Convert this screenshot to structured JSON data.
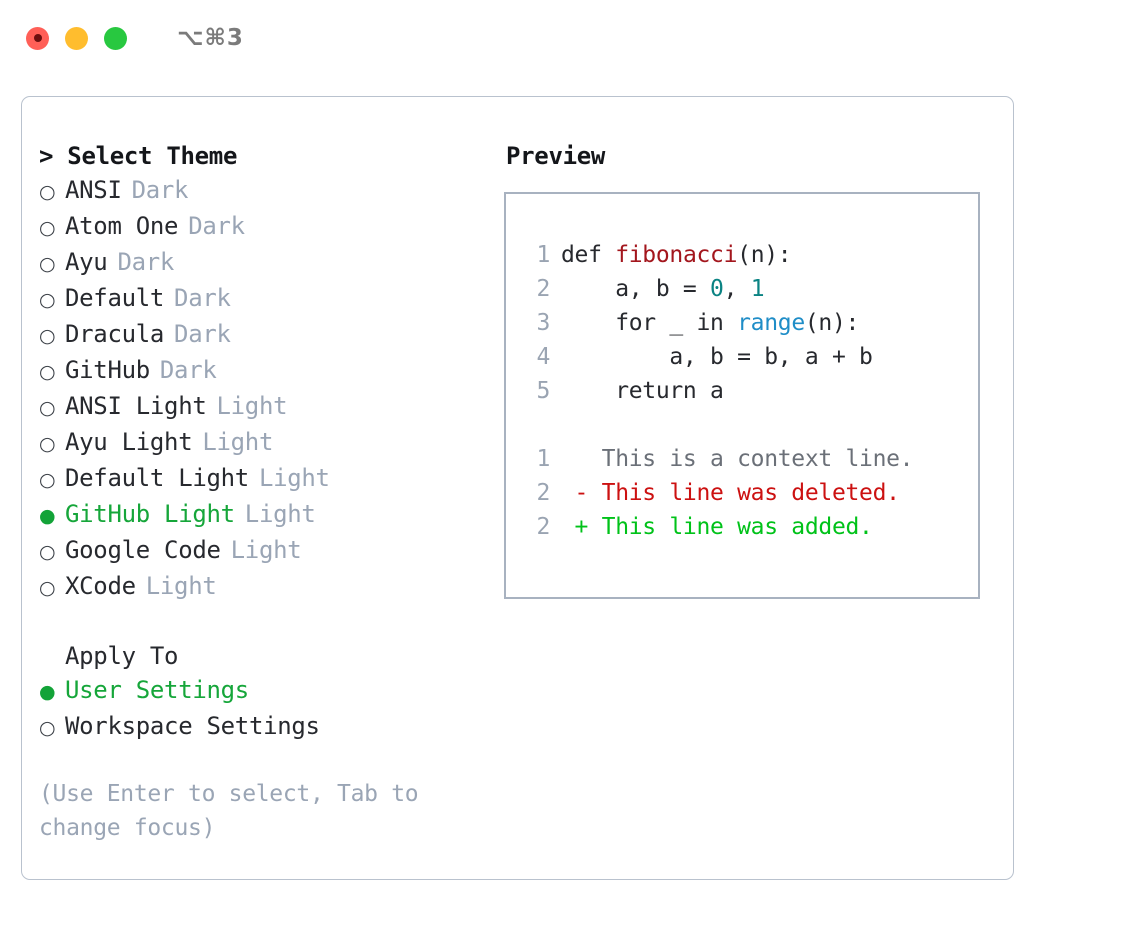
{
  "titlebar": {
    "shortcut": "⌥⌘3",
    "buttons": [
      "close",
      "minimize",
      "maximize"
    ]
  },
  "theme_panel": {
    "header": "> Select Theme",
    "options": [
      {
        "bullet": "○",
        "label": "ANSI",
        "tag": "Dark",
        "selected": false
      },
      {
        "bullet": "○",
        "label": "Atom One",
        "tag": "Dark",
        "selected": false
      },
      {
        "bullet": "○",
        "label": "Ayu",
        "tag": "Dark",
        "selected": false
      },
      {
        "bullet": "○",
        "label": "Default",
        "tag": "Dark",
        "selected": false
      },
      {
        "bullet": "○",
        "label": "Dracula",
        "tag": "Dark",
        "selected": false
      },
      {
        "bullet": "○",
        "label": "GitHub",
        "tag": "Dark",
        "selected": false
      },
      {
        "bullet": "○",
        "label": "ANSI Light",
        "tag": "Light",
        "selected": false
      },
      {
        "bullet": "○",
        "label": "Ayu Light",
        "tag": "Light",
        "selected": false
      },
      {
        "bullet": "○",
        "label": "Default Light",
        "tag": "Light",
        "selected": false
      },
      {
        "bullet": "●",
        "label": "GitHub Light",
        "tag": "Light",
        "selected": true
      },
      {
        "bullet": "○",
        "label": "Google Code",
        "tag": "Light",
        "selected": false
      },
      {
        "bullet": "○",
        "label": "XCode",
        "tag": "Light",
        "selected": false
      }
    ]
  },
  "apply_to": {
    "header": "Apply To",
    "options": [
      {
        "bullet": "●",
        "label": "User Settings",
        "selected": true
      },
      {
        "bullet": "○",
        "label": "Workspace Settings",
        "selected": false
      }
    ]
  },
  "hint": "(Use Enter to select, Tab to change focus)",
  "preview": {
    "title": "Preview",
    "code": [
      {
        "ln": "1",
        "tokens": [
          {
            "t": "def ",
            "c": "plain"
          },
          {
            "t": "fibonacci",
            "c": "fn"
          },
          {
            "t": "(n):",
            "c": "plain"
          }
        ]
      },
      {
        "ln": "2",
        "tokens": [
          {
            "t": "    a, b = ",
            "c": "plain"
          },
          {
            "t": "0",
            "c": "num"
          },
          {
            "t": ", ",
            "c": "plain"
          },
          {
            "t": "1",
            "c": "num"
          }
        ]
      },
      {
        "ln": "3",
        "tokens": [
          {
            "t": "    for _ in ",
            "c": "plain"
          },
          {
            "t": "range",
            "c": "builtin"
          },
          {
            "t": "(n):",
            "c": "plain"
          }
        ]
      },
      {
        "ln": "4",
        "tokens": [
          {
            "t": "        a, b = b, a + b",
            "c": "plain"
          }
        ]
      },
      {
        "ln": "5",
        "tokens": [
          {
            "t": "    return a",
            "c": "plain"
          }
        ]
      }
    ],
    "diff": [
      {
        "ln": "1",
        "tokens": [
          {
            "t": "   This is a context line.",
            "c": "ctx"
          }
        ]
      },
      {
        "ln": "2",
        "tokens": [
          {
            "t": " - This line was deleted.",
            "c": "del"
          }
        ]
      },
      {
        "ln": "2",
        "tokens": [
          {
            "t": " + This line was added.",
            "c": "add"
          }
        ]
      }
    ]
  },
  "colors": {
    "selected_green": "#16a63a",
    "bullet_green": "#13a338",
    "tag_gray": "#9aa5b5",
    "function_red": "#a3161d",
    "number_teal": "#0b8383",
    "builtin_blue": "#1f8dc7",
    "diff_deleted": "#cc1111",
    "diff_added": "#00c219",
    "diff_context": "#6b7078",
    "line_number": "#9aa4b2",
    "panel_border": "#b9c2ce",
    "code_box_border": "#a8b2c0",
    "title_text": "#7b7b7b",
    "close_dot": "#ff5f57",
    "minimize_dot": "#ffbd2e",
    "maximize_dot": "#28c840"
  }
}
